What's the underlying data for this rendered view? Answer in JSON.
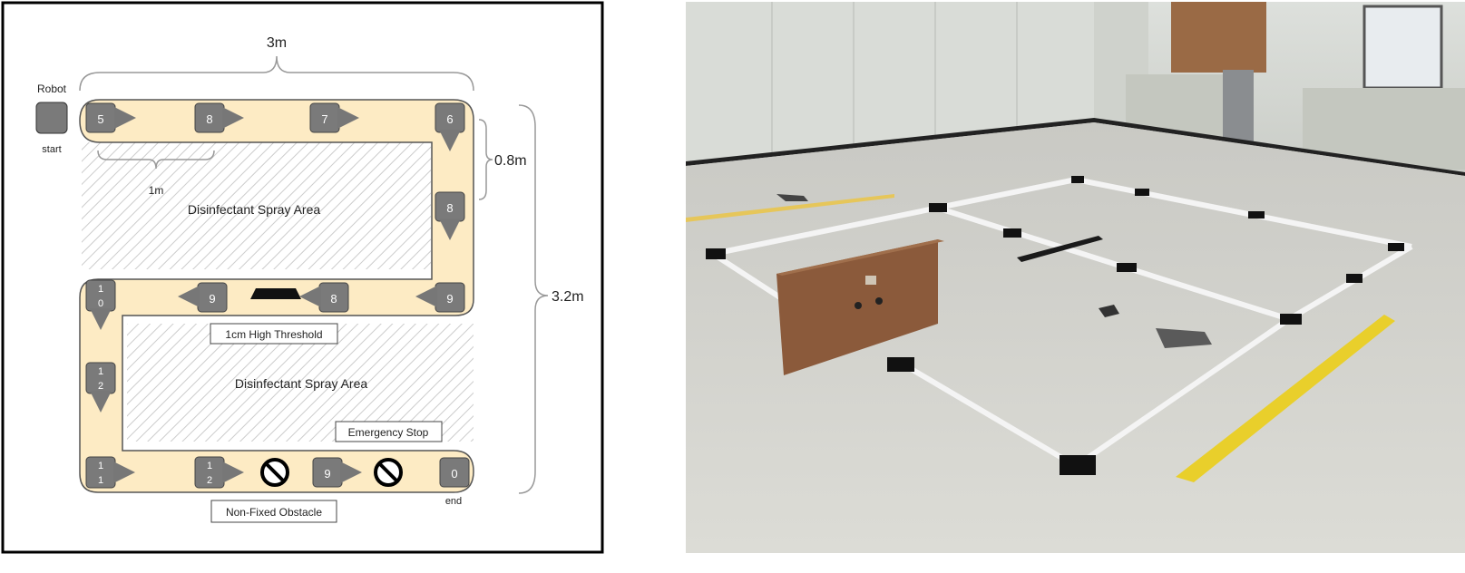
{
  "diagram": {
    "robot_label": "Robot",
    "start_label": "start",
    "end_label": "end",
    "dim_width": "3m",
    "dim_row_gap": "0.8m",
    "dim_height": "3.2m",
    "dim_marker_spacing": "1m",
    "spray_area_label": "Disinfectant Spray Area",
    "threshold_label": "1cm High Threshold",
    "emergency_label": "Emergency Stop",
    "obstacle_label": "Non-Fixed Obstacle",
    "markers": {
      "r1a": "5",
      "r1b": "8",
      "r1c": "7",
      "r1d": "6",
      "right_mid": "8",
      "r2a_top": "1",
      "r2a_bottom": "0",
      "r2b": "9",
      "r2c": "8",
      "r2d": "9",
      "left_mid_top": "1",
      "left_mid_bottom": "2",
      "r3a_top": "1",
      "r3a_bottom": "1",
      "r3b_top": "1",
      "r3b_bottom": "2",
      "r3c": "9",
      "r3d": "0"
    },
    "colors": {
      "path_fill": "#fdebc4",
      "marker_fill": "#7a7a7a",
      "hatch": "#cfcfcf"
    }
  },
  "photo": {
    "alt_description": ""
  }
}
